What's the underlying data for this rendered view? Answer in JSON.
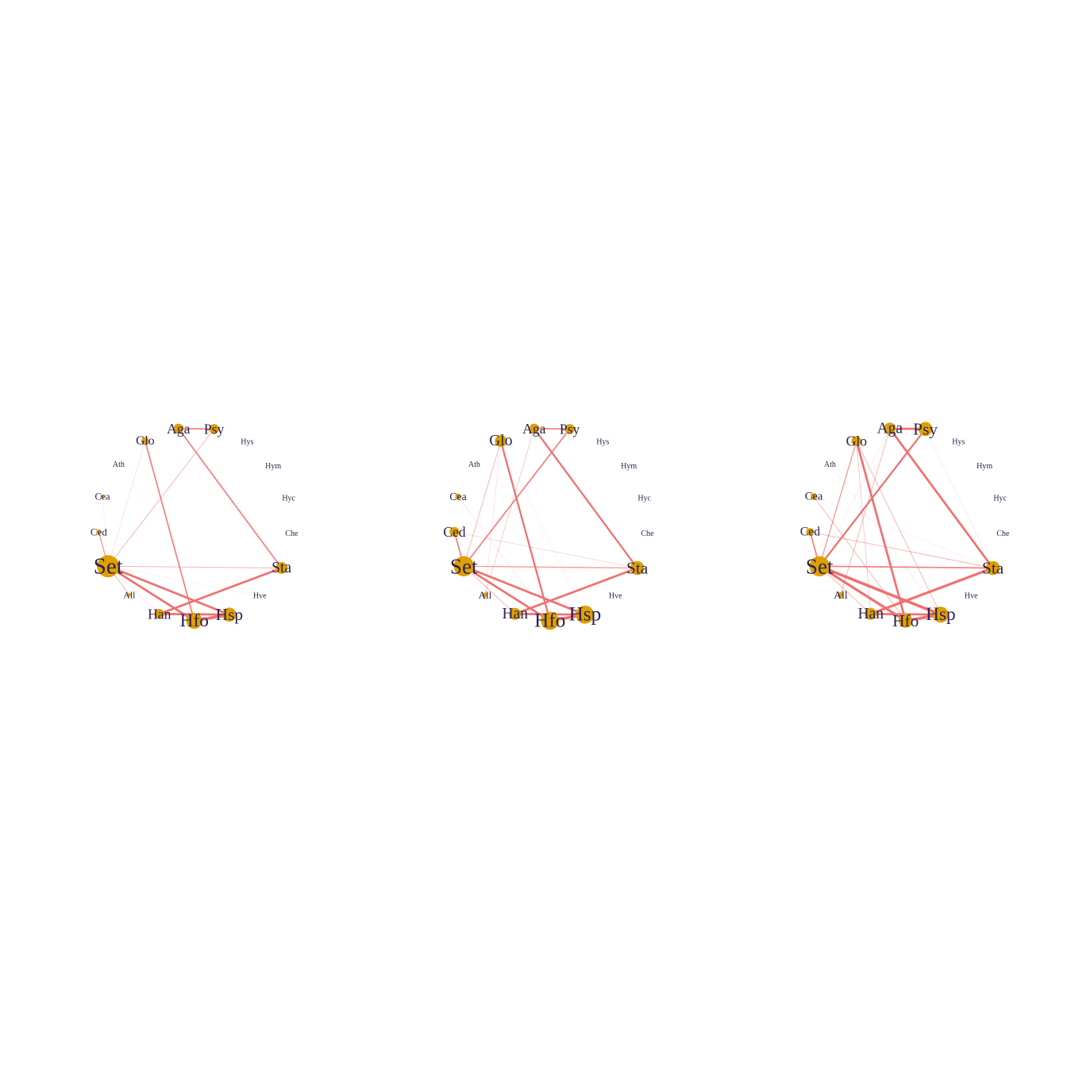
{
  "colors": {
    "node": "#e0a000",
    "edge": "#f07070",
    "label": "#2b2350",
    "background": "#ffffff"
  },
  "panels": [
    {
      "id": "network-1",
      "nodes": [
        {
          "name": "Aga",
          "size": 2.0
        },
        {
          "name": "Psy",
          "size": 2.0
        },
        {
          "name": "Hys",
          "size": 0
        },
        {
          "name": "Hym",
          "size": 0
        },
        {
          "name": "Hyc",
          "size": 0
        },
        {
          "name": "Che",
          "size": 0
        },
        {
          "name": "Sta",
          "size": 2.5
        },
        {
          "name": "Hve",
          "size": 0
        },
        {
          "name": "Hsp",
          "size": 3.0
        },
        {
          "name": "Hfo",
          "size": 3.5
        },
        {
          "name": "Han",
          "size": 2.0
        },
        {
          "name": "All",
          "size": 0.5
        },
        {
          "name": "Set",
          "size": 5.0
        },
        {
          "name": "Ced",
          "size": 0.8
        },
        {
          "name": "Cea",
          "size": 0.6
        },
        {
          "name": "Ath",
          "size": 0
        },
        {
          "name": "Glo",
          "size": 1.5
        }
      ],
      "edges": [
        {
          "source": "Aga",
          "target": "Psy",
          "weight": 2
        },
        {
          "source": "Aga",
          "target": "Sta",
          "weight": 2
        },
        {
          "source": "Psy",
          "target": "Set",
          "weight": 1
        },
        {
          "source": "Glo",
          "target": "Hfo",
          "weight": 2
        },
        {
          "source": "Glo",
          "target": "Set",
          "weight": 0.5
        },
        {
          "source": "Sta",
          "target": "Set",
          "weight": 1
        },
        {
          "source": "Sta",
          "target": "Han",
          "weight": 3
        },
        {
          "source": "Set",
          "target": "Hsp",
          "weight": 3
        },
        {
          "source": "Set",
          "target": "Hfo",
          "weight": 3
        },
        {
          "source": "Han",
          "target": "Hsp",
          "weight": 3
        },
        {
          "source": "Hfo",
          "target": "Hsp",
          "weight": 4
        },
        {
          "source": "Ced",
          "target": "Set",
          "weight": 1.5
        },
        {
          "source": "Cea",
          "target": "Set",
          "weight": 0.3
        },
        {
          "source": "All",
          "target": "Set",
          "weight": 1
        },
        {
          "source": "Set",
          "target": "Hve",
          "weight": 0.2
        },
        {
          "source": "Han",
          "target": "Set",
          "weight": 0.5
        }
      ]
    },
    {
      "id": "network-2",
      "nodes": [
        {
          "name": "Aga",
          "size": 2.0
        },
        {
          "name": "Psy",
          "size": 2.0
        },
        {
          "name": "Hys",
          "size": 0
        },
        {
          "name": "Hym",
          "size": 0
        },
        {
          "name": "Hyc",
          "size": 0
        },
        {
          "name": "Che",
          "size": 0
        },
        {
          "name": "Sta",
          "size": 3.0
        },
        {
          "name": "Hve",
          "size": 0
        },
        {
          "name": "Hsp",
          "size": 4.0
        },
        {
          "name": "Hfo",
          "size": 4.0
        },
        {
          "name": "Han",
          "size": 2.5
        },
        {
          "name": "All",
          "size": 0.8
        },
        {
          "name": "Set",
          "size": 4.5
        },
        {
          "name": "Ced",
          "size": 2.0
        },
        {
          "name": "Cea",
          "size": 1.0
        },
        {
          "name": "Ath",
          "size": 0
        },
        {
          "name": "Glo",
          "size": 2.5
        }
      ],
      "edges": [
        {
          "source": "Aga",
          "target": "Psy",
          "weight": 2
        },
        {
          "source": "Aga",
          "target": "Sta",
          "weight": 2.5
        },
        {
          "source": "Aga",
          "target": "All",
          "weight": 0.8
        },
        {
          "source": "Psy",
          "target": "Set",
          "weight": 2
        },
        {
          "source": "Glo",
          "target": "Hfo",
          "weight": 2.5
        },
        {
          "source": "Glo",
          "target": "Set",
          "weight": 1
        },
        {
          "source": "Glo",
          "target": "All",
          "weight": 0.5
        },
        {
          "source": "Glo",
          "target": "Hsp",
          "weight": 0.3
        },
        {
          "source": "Sta",
          "target": "Set",
          "weight": 1.5
        },
        {
          "source": "Sta",
          "target": "Han",
          "weight": 3
        },
        {
          "source": "Sta",
          "target": "Ced",
          "weight": 0.5
        },
        {
          "source": "Set",
          "target": "Hsp",
          "weight": 3
        },
        {
          "source": "Set",
          "target": "Hfo",
          "weight": 3
        },
        {
          "source": "Han",
          "target": "Hsp",
          "weight": 3
        },
        {
          "source": "Hfo",
          "target": "Hsp",
          "weight": 4
        },
        {
          "source": "Ced",
          "target": "Set",
          "weight": 2
        },
        {
          "source": "Cea",
          "target": "Hfo",
          "weight": 0.5
        },
        {
          "source": "Ced",
          "target": "Sta",
          "weight": 0.3
        },
        {
          "source": "Han",
          "target": "Set",
          "weight": 1
        }
      ]
    },
    {
      "id": "network-3",
      "nodes": [
        {
          "name": "Aga",
          "size": 2.5
        },
        {
          "name": "Psy",
          "size": 3.0
        },
        {
          "name": "Hys",
          "size": 0
        },
        {
          "name": "Hym",
          "size": 0
        },
        {
          "name": "Hyc",
          "size": 0
        },
        {
          "name": "Che",
          "size": 0
        },
        {
          "name": "Sta",
          "size": 3.0
        },
        {
          "name": "Hve",
          "size": 0
        },
        {
          "name": "Hsp",
          "size": 3.5
        },
        {
          "name": "Hfo",
          "size": 3.0
        },
        {
          "name": "Han",
          "size": 2.5
        },
        {
          "name": "All",
          "size": 1.0
        },
        {
          "name": "Set",
          "size": 4.5
        },
        {
          "name": "Ced",
          "size": 1.5
        },
        {
          "name": "Cea",
          "size": 1.2
        },
        {
          "name": "Ath",
          "size": 0
        },
        {
          "name": "Glo",
          "size": 2.0
        }
      ],
      "edges": [
        {
          "source": "Aga",
          "target": "Psy",
          "weight": 3
        },
        {
          "source": "Aga",
          "target": "Sta",
          "weight": 3
        },
        {
          "source": "Aga",
          "target": "All",
          "weight": 1
        },
        {
          "source": "Aga",
          "target": "Set",
          "weight": 0.4
        },
        {
          "source": "Psy",
          "target": "Set",
          "weight": 2.5
        },
        {
          "source": "Psy",
          "target": "Sta",
          "weight": 0.4
        },
        {
          "source": "Glo",
          "target": "Hfo",
          "weight": 3
        },
        {
          "source": "Glo",
          "target": "Set",
          "weight": 1.5
        },
        {
          "source": "Glo",
          "target": "Hsp",
          "weight": 1
        },
        {
          "source": "Glo",
          "target": "Han",
          "weight": 0.8
        },
        {
          "source": "Sta",
          "target": "Set",
          "weight": 2
        },
        {
          "source": "Sta",
          "target": "Han",
          "weight": 3.5
        },
        {
          "source": "Sta",
          "target": "Ced",
          "weight": 1
        },
        {
          "source": "Sta",
          "target": "Cea",
          "weight": 0.3
        },
        {
          "source": "Set",
          "target": "Hsp",
          "weight": 4
        },
        {
          "source": "Set",
          "target": "Hfo",
          "weight": 3.5
        },
        {
          "source": "Han",
          "target": "Hsp",
          "weight": 3
        },
        {
          "source": "Hfo",
          "target": "Hsp",
          "weight": 4
        },
        {
          "source": "Ced",
          "target": "Set",
          "weight": 2
        },
        {
          "source": "Cea",
          "target": "Hfo",
          "weight": 1
        },
        {
          "source": "Ath",
          "target": "Hsp",
          "weight": 0.4
        },
        {
          "source": "Han",
          "target": "Set",
          "weight": 1
        }
      ]
    }
  ]
}
